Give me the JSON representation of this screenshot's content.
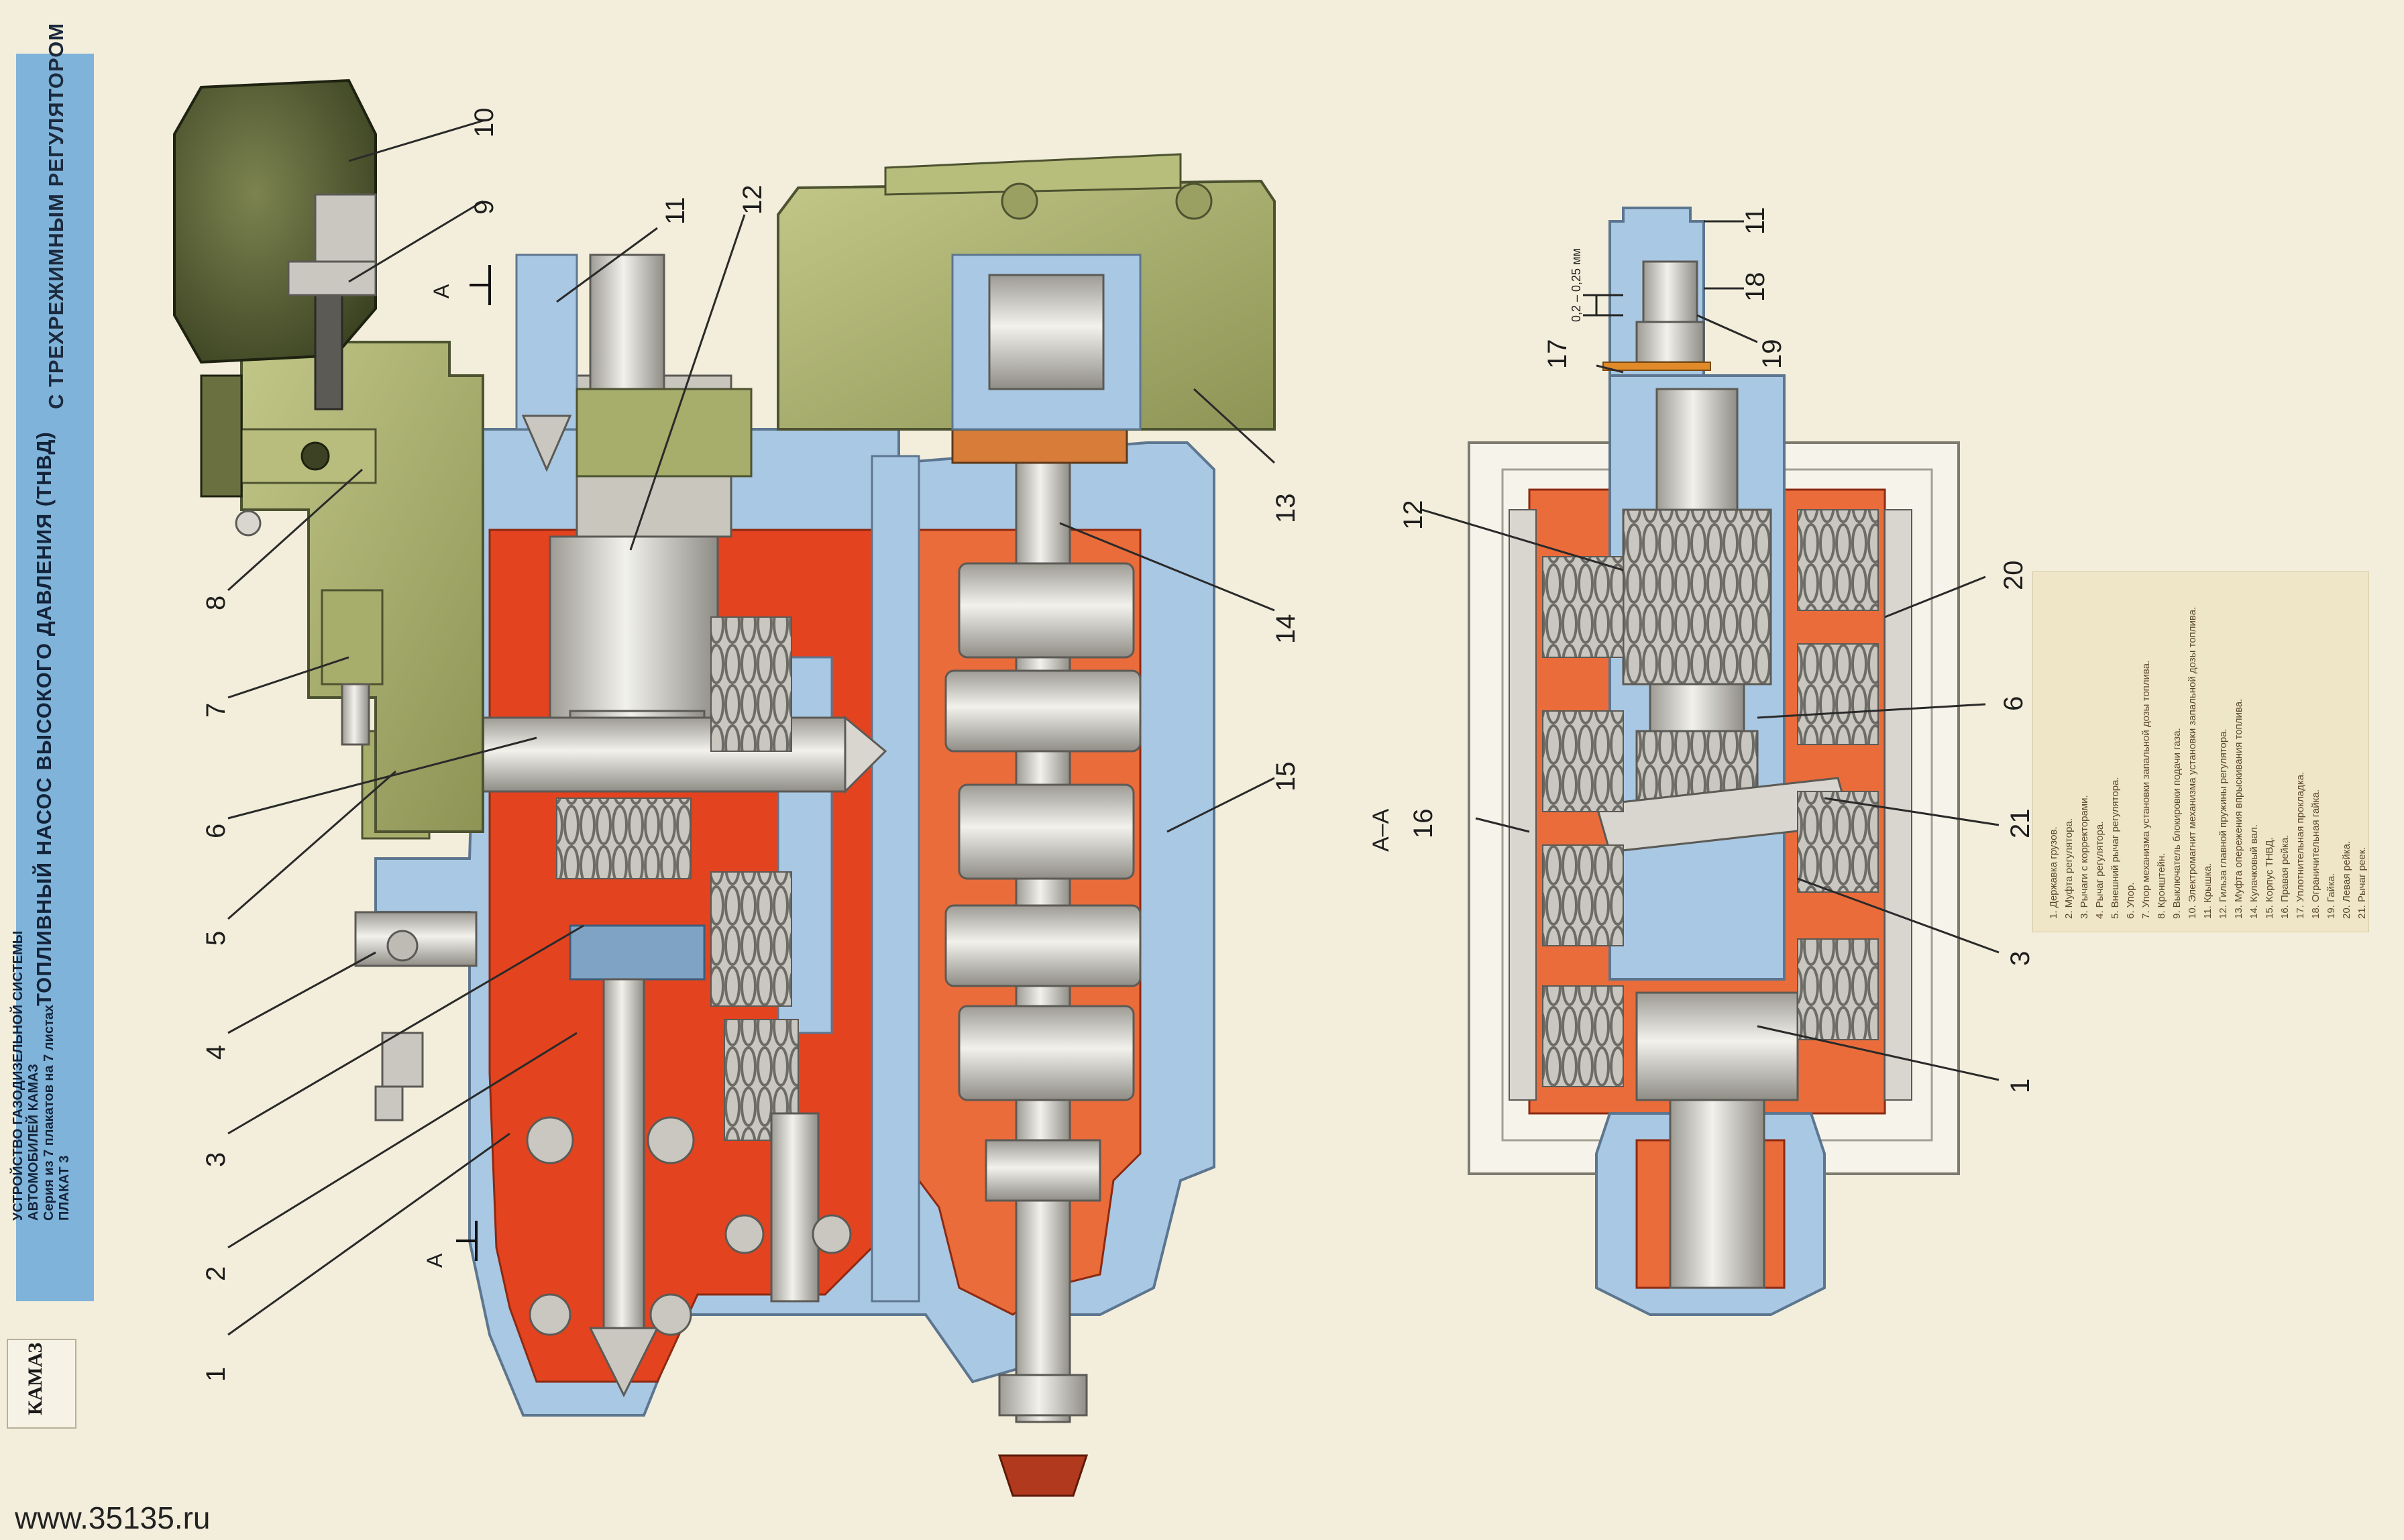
{
  "title": "ТОПЛИВНЫЙ НАСОС ВЫСОКОГО ДАВЛЕНИЯ (ТНВД)",
  "subtitle": "С ТРЕХРЕЖИМНЫМ РЕГУЛЯТОРОМ",
  "series_lines": [
    "УСТРОЙСТВО   ГАЗОДИЗЕЛЬНОЙ   СИСТЕМЫ",
    "АВТОМОБИЛЕЙ КАМАЗ",
    "Серия из 7 плакатов на 7 листах",
    "ПЛАКАТ 3"
  ],
  "logo": "КАМАЗ",
  "watermark_url": "www.35135.ru",
  "section_label": "А–А",
  "section_marker": "А",
  "gap_label": "0,2 – 0,25 мм",
  "left_callouts": [
    "1",
    "2",
    "3",
    "4",
    "5",
    "6",
    "7",
    "8",
    "9",
    "10",
    "11",
    "12",
    "13",
    "14",
    "15"
  ],
  "right_callouts": [
    "11",
    "18",
    "19",
    "17",
    "12",
    "6",
    "20",
    "21",
    "3",
    "16",
    "1"
  ],
  "legend_items": [
    "1. Державка грузов.",
    "2. Муфта регулятора.",
    "3. Рычаги с корректорами.",
    "4. Рычаг регулятора.",
    "5. Внешний рычаг регулятора.",
    "6. Упор.",
    "7. Упор механизма установки запальной дозы топлива.",
    "8. Кронштейн.",
    "9. Выключатель блокировки подачи газа.",
    "10. Электромагнит механизма установки запальной дозы топлива.",
    "11. Крышка.",
    "12. Гильза главной пружины регулятора.",
    "13. Муфта опережения впрыскивания топлива.",
    "14. Кулачковый вал.",
    "15. Корпус ТНВД.",
    "16. Правая рейка.",
    "17. Уплотнительная прокладка.",
    "18. Ограничительная гайка.",
    "19. Гайка.",
    "20. Левая рейка.",
    "21. Рычаг реек."
  ],
  "colors": {
    "background": "#f3eedb",
    "strip": "#7fb3d9",
    "housing_blue": "#a9c8e4",
    "section_red": "#e4431f",
    "section_orange": "#ea6c3a",
    "metal": "#d8d6cf",
    "olive": "#a7ad6b",
    "dark_olive": "#555c35",
    "legend_box": "#efe6c8"
  }
}
